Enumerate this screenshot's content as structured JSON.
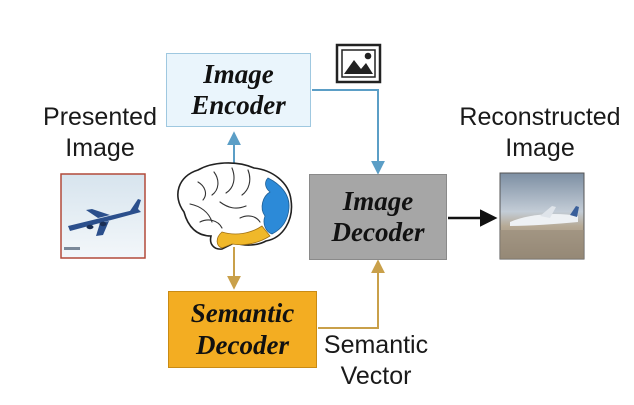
{
  "labels": {
    "presented": "Presented\nImage",
    "reconstructed": "Reconstructed\nImage",
    "semantic_vector": "Semantic\nVector"
  },
  "boxes": {
    "image_encoder": "Image\nEncoder",
    "image_decoder": "Image\nDecoder",
    "semantic_decoder": "Semantic\nDecoder"
  },
  "icons": {
    "image_icon": "image-icon",
    "brain": "brain-icon",
    "presented_photo": "airplane-photo",
    "reconstructed_photo": "reconstructed-airplane-photo"
  },
  "colors": {
    "encoder_fill": "#eaf5fc",
    "encoder_border": "#9fc8e0",
    "decoder_fill": "#a6a6a6",
    "semantic_fill": "#f3ad22",
    "blue_arrow": "#5b9ec6",
    "gold_arrow": "#c9a04a",
    "black_arrow": "#111111",
    "brain_blue": "#2c8ad8",
    "brain_yellow": "#f0b82a"
  }
}
